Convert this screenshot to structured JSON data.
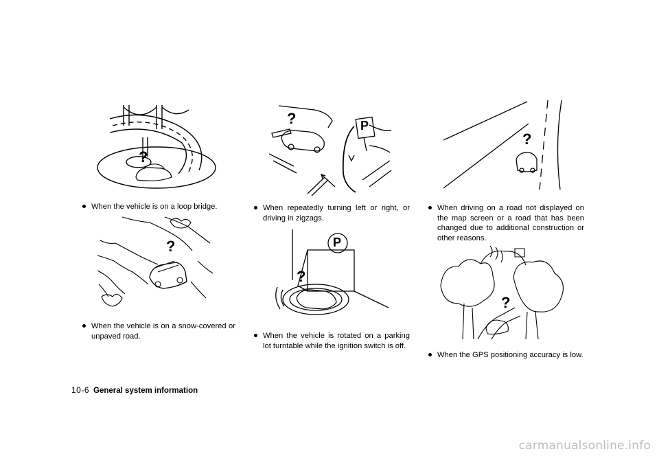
{
  "bullets": {
    "loop_bridge": "When the vehicle is on a loop bridge.",
    "snow_road": "When the vehicle is on a snow-covered or unpaved road.",
    "zigzag": "When repeatedly turning left or right, or driving in zigzags.",
    "turntable": "When the vehicle is rotated on a parking lot turntable while the ignition switch is off.",
    "new_road": "When driving on a road not displayed on the map screen or a road that has been changed due to additional construction or other reasons.",
    "gps_accuracy": "When the GPS positioning accuracy is low."
  },
  "figure_symbols": {
    "question_mark": "?",
    "parking_letter": "P"
  },
  "footer": {
    "page_number": "10-6",
    "section_title": "General system information"
  },
  "watermark": "carmanualsonline.info"
}
